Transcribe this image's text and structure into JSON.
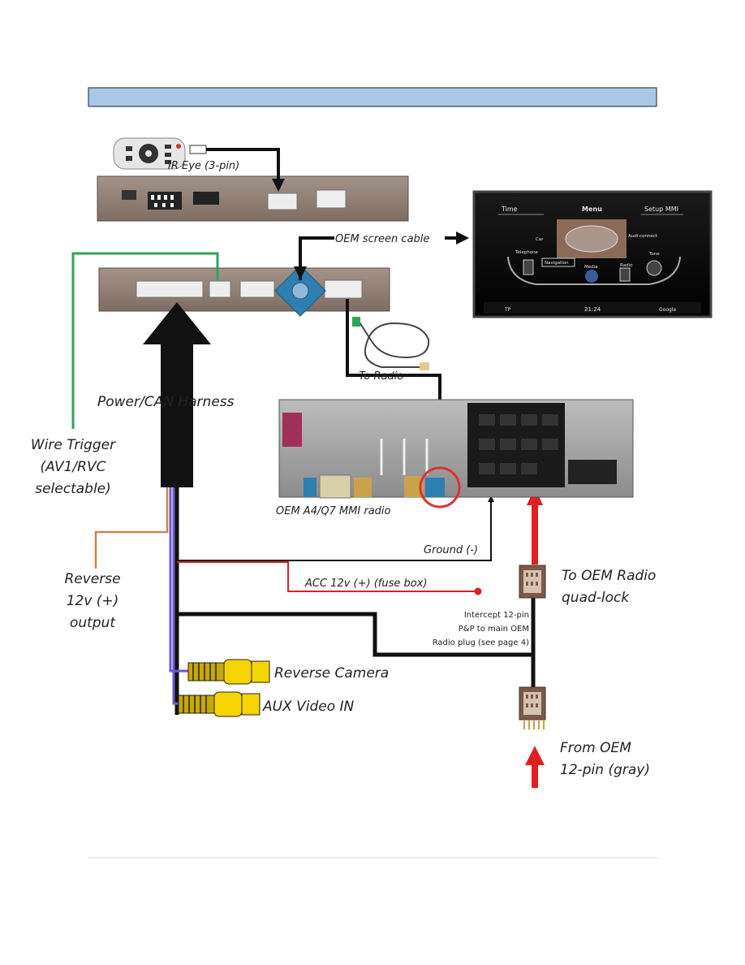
{
  "header_bar": {
    "color": "#a9c7e8",
    "text": ""
  },
  "labels": {
    "ir_eye": "IR Eye (3-pin)",
    "oem_screen_cable": "OEM screen cable",
    "to_radio": "To Radio",
    "power_can": "Power/CAN Harness",
    "wire_trigger": [
      "Wire Trigger",
      "(AV1/RVC",
      "selectable)"
    ],
    "oem_radio": "OEM A4/Q7 MMI radio",
    "ground": "Ground (-)",
    "acc": "ACC 12v (+) (fuse box)",
    "reverse_output": [
      "Reverse",
      "12v (+)",
      "output"
    ],
    "to_oem_radio": [
      "To OEM Radio",
      "quad-lock"
    ],
    "intercept": [
      "Intercept 12-pin",
      "P&P to main OEM",
      "Radio plug (see page 4)"
    ],
    "reverse_camera": "Reverse Camera",
    "aux_video": "AUX Video IN",
    "from_oem": [
      "From OEM",
      "12-pin (gray)"
    ]
  },
  "screen": {
    "time": "Time",
    "menu": "Menu",
    "setup": "Setup MMI",
    "car": "Car",
    "telephone": "Telephone",
    "navigation": "Navigation",
    "audi_connect": "Audi connect",
    "tone": "Tone",
    "media": "Media",
    "radio": "Radio",
    "tp": "TP",
    "clock": "21:24",
    "google": "Google"
  },
  "colors": {
    "black_cable": "#111111",
    "green_trigger": "#2fa35a",
    "orange_reverse": "#c8884a",
    "red": "#e02020",
    "rca_yellow": "#f5d400",
    "box": "#8a7a70",
    "fakra_blue": "#2e7fb0",
    "circle": "#e03030"
  }
}
